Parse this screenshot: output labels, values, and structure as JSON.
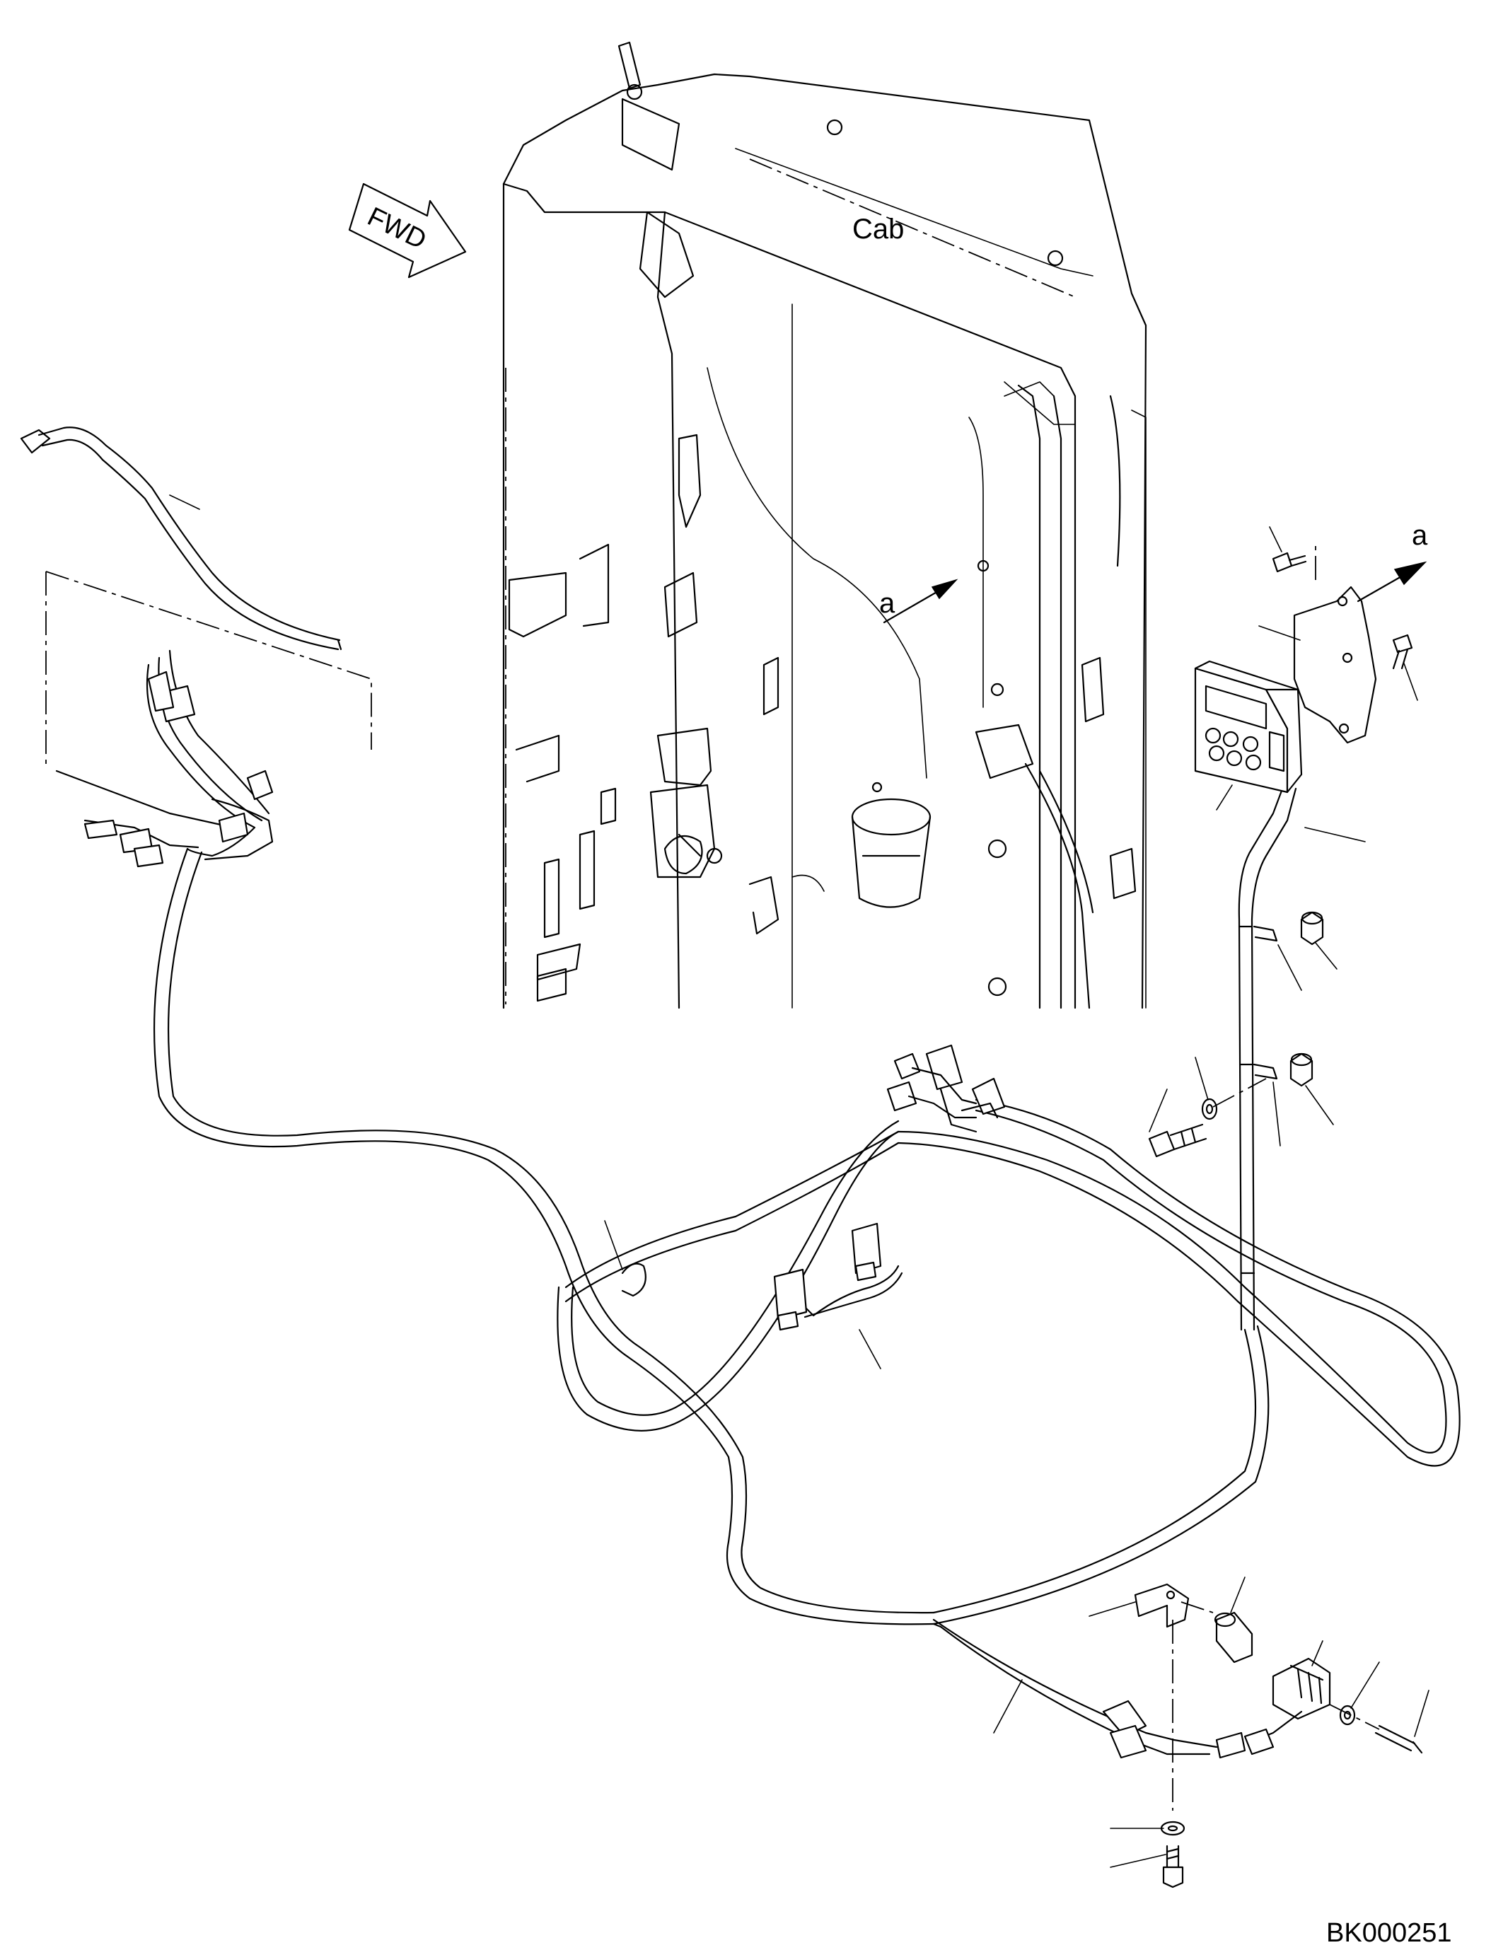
{
  "labels": {
    "cab": "Cab",
    "fwd": "FWD",
    "view_ref_cab": "a",
    "view_ref_bracket": "a"
  },
  "drawing_code": "BK000251"
}
